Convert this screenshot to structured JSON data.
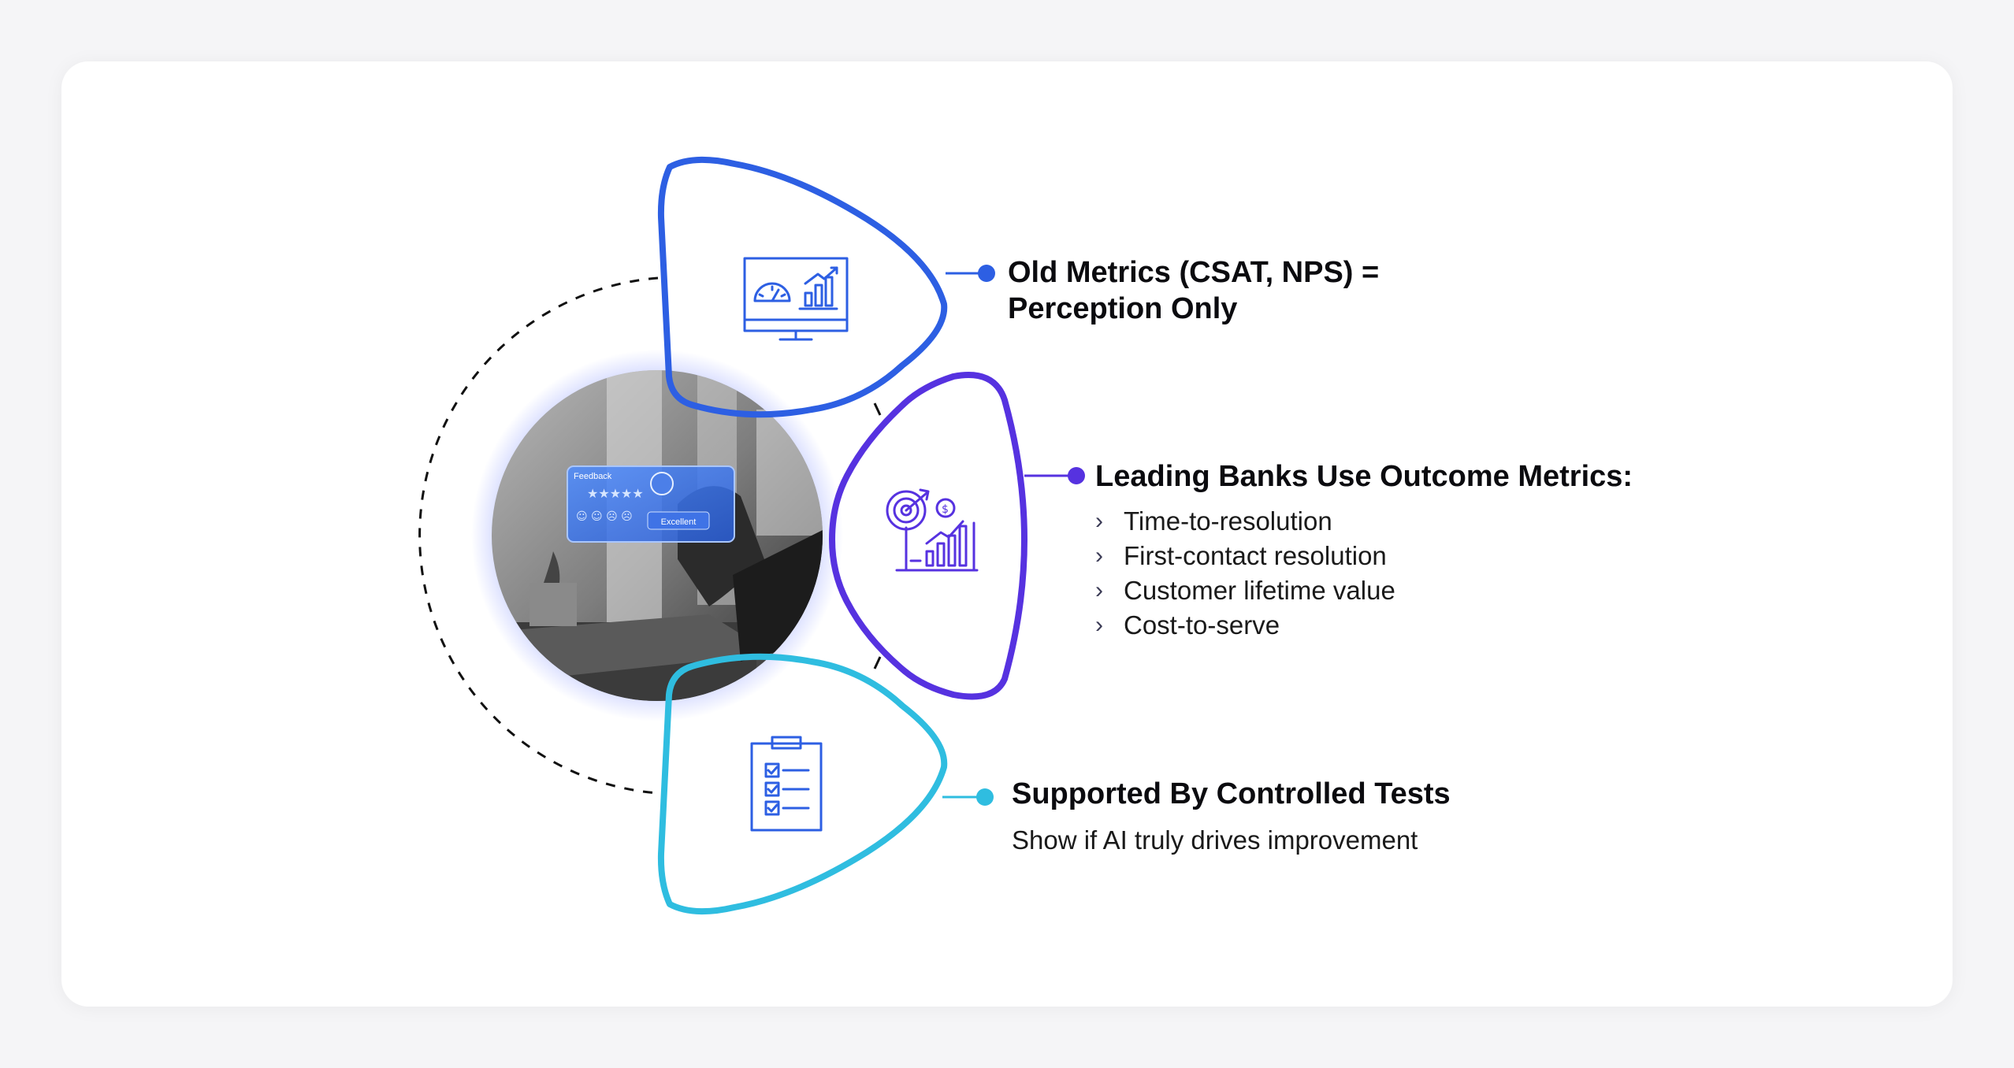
{
  "colors": {
    "blue": "#2d5fe3",
    "violet": "#5632e0",
    "cyan": "#2fbde0",
    "dashed_arc": "#111111"
  },
  "sections": [
    {
      "icon": "monitor-gauge-chart-icon",
      "title": "Old Metrics (CSAT, NPS) = Perception Only"
    },
    {
      "icon": "target-dollar-chart-icon",
      "title": "Leading Banks Use Outcome Metrics:",
      "bullets": [
        "Time-to-resolution",
        "First-contact resolution",
        "Customer lifetime value",
        "Cost-to-serve"
      ]
    },
    {
      "icon": "clipboard-checklist-icon",
      "title": "Supported By Controlled Tests",
      "subtitle": "Show if AI truly drives improvement"
    }
  ],
  "photo": {
    "card_title": "Feedback",
    "button_label": "Excellent"
  }
}
